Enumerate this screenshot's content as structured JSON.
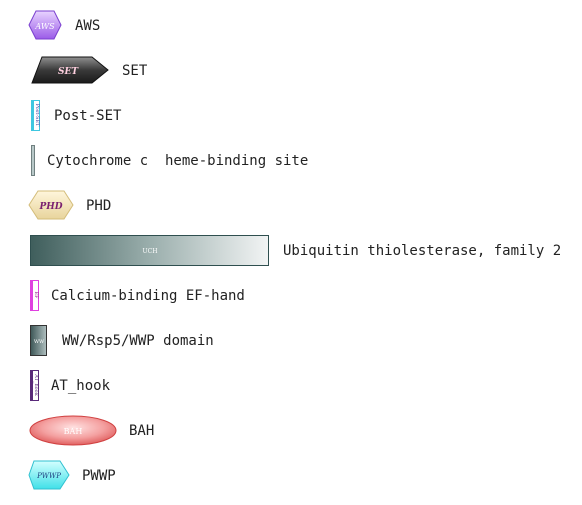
{
  "legend": {
    "items": [
      {
        "label": "AWS",
        "glyph_text": "AWS",
        "fill": "#c9a0f0",
        "stroke": "#7a3fcf"
      },
      {
        "label": "SET",
        "glyph_text": "SET",
        "fill": "#555555",
        "stroke": "#222222"
      },
      {
        "label": "Post-SET",
        "glyph_text": "Post-SET",
        "fill": "#ffffff",
        "stroke": "#3ec7e0"
      },
      {
        "label": "Cytochrome c  heme-binding site",
        "glyph_text": "",
        "fill": "#ffffff",
        "stroke": "#708080"
      },
      {
        "label": "PHD",
        "glyph_text": "PHD",
        "fill": "#f4e6bd",
        "stroke": "#d4bd7a"
      },
      {
        "label": "Ubiquitin thiolesterase, family 2",
        "glyph_text": "UCH",
        "fill": "#5f7a78",
        "stroke": "#2f4f4f"
      },
      {
        "label": "Calcium-binding EF-hand",
        "glyph_text": "EF",
        "fill": "#ffffff",
        "stroke": "#e040e0"
      },
      {
        "label": "WW/Rsp5/WWP domain",
        "glyph_text": "WW",
        "fill": "#708888",
        "stroke": "#334"
      },
      {
        "label": "AT_hook",
        "glyph_text": "AT_hook",
        "fill": "#ffffff",
        "stroke": "#5a2a7a"
      },
      {
        "label": "BAH",
        "glyph_text": "BAH",
        "fill": "#f08080",
        "stroke": "#d04040"
      },
      {
        "label": "PWWP",
        "glyph_text": "PWWP",
        "fill": "#7ff0f0",
        "stroke": "#30c0d0"
      }
    ]
  }
}
